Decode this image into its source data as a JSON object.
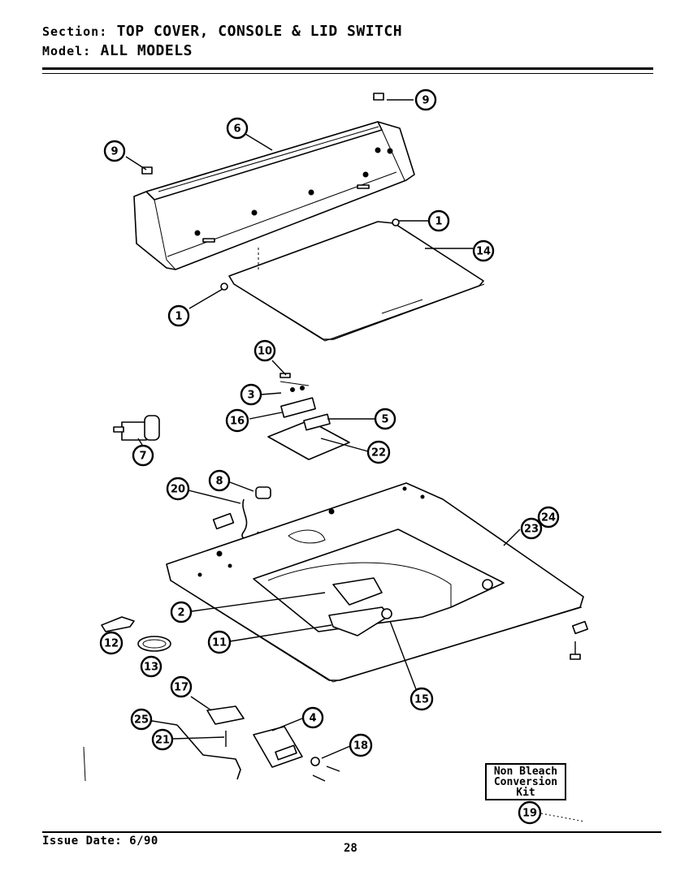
{
  "header": {
    "section_label": "Section:",
    "section_value": "TOP COVER, CONSOLE & LID SWITCH",
    "model_label": "Model:",
    "model_value": "ALL MODELS"
  },
  "footer": {
    "issue_date": "Issue Date: 6/90",
    "page_number": "28"
  },
  "kit_box": {
    "line1": "Non Bleach",
    "line2": "Conversion",
    "line3": "Kit"
  },
  "callouts": {
    "c1a": "1",
    "c1b": "1",
    "c2": "2",
    "c3": "3",
    "c4": "4",
    "c5": "5",
    "c6": "6",
    "c7": "7",
    "c8": "8",
    "c9a": "9",
    "c9b": "9",
    "c10": "10",
    "c11": "11",
    "c12": "12",
    "c13": "13",
    "c14": "14",
    "c15": "15",
    "c16": "16",
    "c17": "17",
    "c18": "18",
    "c19": "19",
    "c20": "20",
    "c21": "21",
    "c22": "22",
    "c23": "23",
    "c24": "24",
    "c25": "25"
  }
}
